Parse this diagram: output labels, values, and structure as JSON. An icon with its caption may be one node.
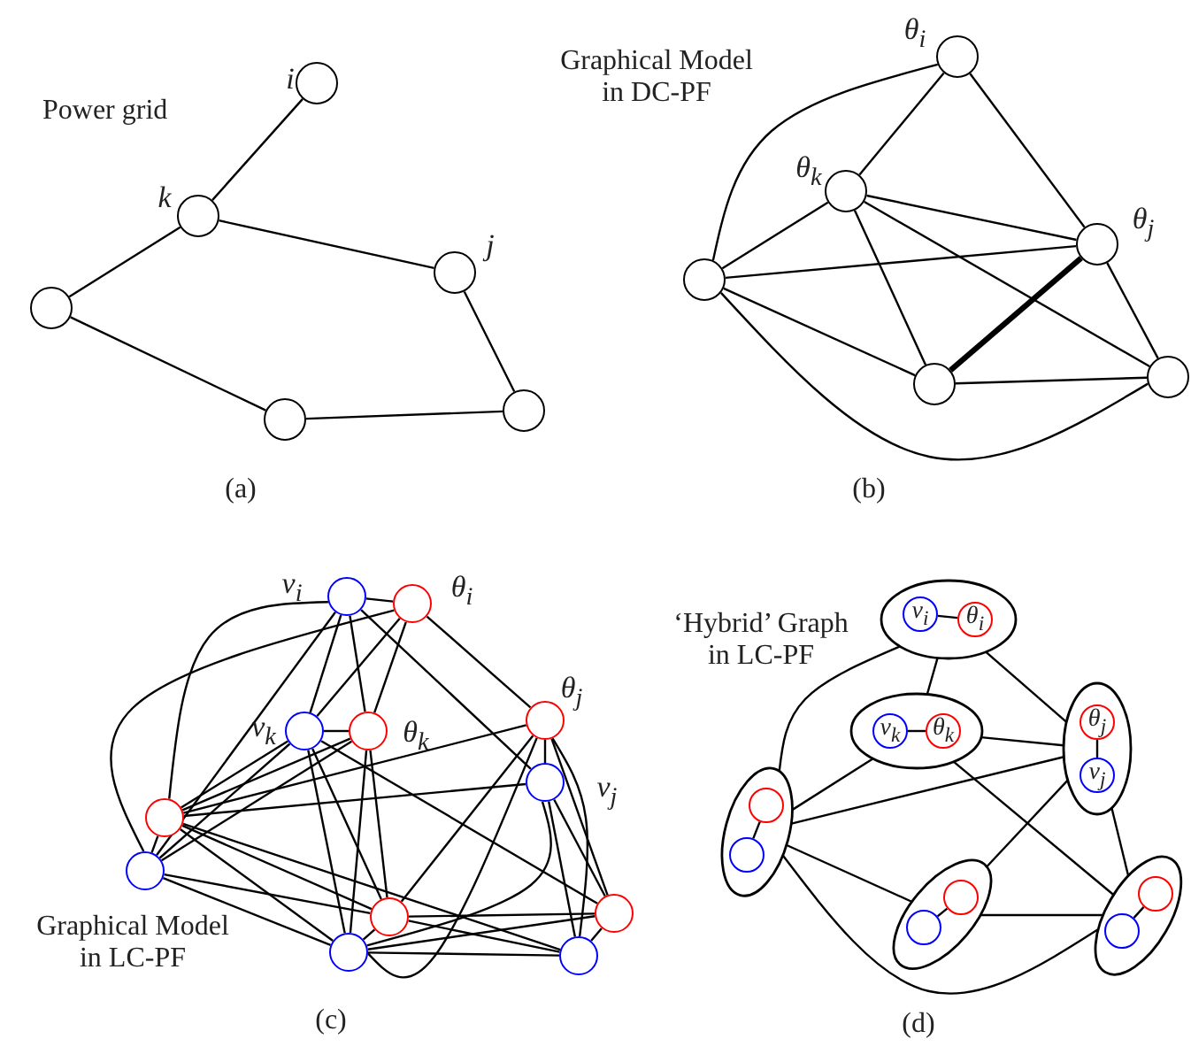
{
  "diagram": {
    "nodes": [
      {
        "text": [],
        "shape": "circle",
        "beside": [
          "i"
        ]
      },
      {
        "text": [],
        "shape": "circle",
        "beside": [
          "k"
        ]
      },
      {
        "text": [],
        "shape": "circle",
        "beside": [
          "j"
        ]
      },
      {
        "text": [],
        "shape": "circle"
      },
      {
        "text": [],
        "shape": "circle"
      },
      {
        "text": [],
        "shape": "circle"
      },
      {
        "text": [],
        "shape": "circle",
        "beside": [
          "θ$_{i}$"
        ]
      },
      {
        "text": [],
        "shape": "circle",
        "beside": [
          "θ$_{k}$"
        ]
      },
      {
        "text": [],
        "shape": "circle",
        "beside": [
          "θ$_{j}$"
        ]
      },
      {
        "text": [],
        "shape": "circle"
      },
      {
        "text": [],
        "shape": "circle"
      },
      {
        "text": [],
        "shape": "circle"
      },
      {
        "text": [],
        "shape": "circle",
        "beside": [
          "v$_{i}$"
        ]
      },
      {
        "text": [],
        "shape": "circle",
        "beside": [
          "θ$_{i}$"
        ]
      },
      {
        "text": [],
        "shape": "circle",
        "beside": [
          "v$_{k}$"
        ]
      },
      {
        "text": [],
        "shape": "circle",
        "beside": [
          "θ$_{k}$"
        ]
      },
      {
        "text": [],
        "shape": "circle",
        "beside": [
          "θ$_{j}$"
        ]
      },
      {
        "text": [],
        "shape": "circle",
        "beside": [
          "v$_{j}$"
        ]
      },
      {
        "text": [],
        "shape": "circle"
      },
      {
        "text": [],
        "shape": "circle"
      },
      {
        "text": [],
        "shape": "circle"
      },
      {
        "text": [],
        "shape": "circle"
      },
      {
        "text": [],
        "shape": "circle"
      },
      {
        "text": [],
        "shape": "circle"
      },
      {
        "text": [],
        "shape": "ellipse"
      },
      {
        "text": [
          "v$_{i}$"
        ],
        "in": 24
      },
      {
        "text": [
          "θ$_{i}$"
        ],
        "in": 24
      },
      {
        "text": [],
        "shape": "ellipse"
      },
      {
        "text": [
          "v$_{k}$"
        ],
        "in": 27
      },
      {
        "text": [
          "θ$_{k}$"
        ],
        "in": 27
      },
      {
        "text": [],
        "shape": "ellipse"
      },
      {
        "text": [
          "θ$_{j}$"
        ],
        "in": 30
      },
      {
        "text": [
          "v$_{j}$"
        ],
        "in": 30
      },
      {
        "text": [],
        "shape": "ellipse"
      },
      {
        "text": [],
        "shape": "circle",
        "in": 33
      },
      {
        "text": [],
        "shape": "circle",
        "in": 33
      },
      {
        "text": [],
        "shape": "ellipse"
      },
      {
        "text": [],
        "shape": "circle",
        "in": 36
      },
      {
        "text": [],
        "shape": "circle",
        "in": 36
      },
      {
        "text": [],
        "shape": "ellipse"
      },
      {
        "text": [],
        "shape": "circle",
        "in": 39
      },
      {
        "text": [],
        "shape": "circle",
        "in": 39
      }
    ],
    "edges": [
      {
        "from": 0,
        "to": 1,
        "arrow": "none"
      },
      {
        "from": 1,
        "to": 2,
        "arrow": "none"
      },
      {
        "from": 1,
        "to": 3,
        "arrow": "none"
      },
      {
        "from": 3,
        "to": 4,
        "arrow": "none"
      },
      {
        "from": 4,
        "to": 5,
        "arrow": "none"
      },
      {
        "from": 2,
        "to": 5,
        "arrow": "none"
      },
      {
        "from": 6,
        "to": 7,
        "arrow": "none"
      },
      {
        "from": 6,
        "to": 8,
        "arrow": "none"
      },
      {
        "from": 6,
        "to": 9,
        "arrow": "none"
      },
      {
        "from": 7,
        "to": 8,
        "arrow": "none"
      },
      {
        "from": 7,
        "to": 9,
        "arrow": "none"
      },
      {
        "from": 7,
        "to": 10,
        "arrow": "none"
      },
      {
        "from": 7,
        "to": 11,
        "arrow": "none"
      },
      {
        "from": 8,
        "to": 9,
        "arrow": "none"
      },
      {
        "from": 8,
        "to": 10,
        "arrow": "none",
        "style": "thick"
      },
      {
        "from": 8,
        "to": 11,
        "arrow": "none"
      },
      {
        "from": 9,
        "to": 10,
        "arrow": "none"
      },
      {
        "from": 10,
        "to": 11,
        "arrow": "none"
      },
      {
        "from": 9,
        "to": 11,
        "arrow": "none"
      },
      {
        "from": 12,
        "to": 13,
        "arrow": "none"
      },
      {
        "from": 12,
        "to": 14,
        "arrow": "none"
      },
      {
        "from": 12,
        "to": 15,
        "arrow": "none"
      },
      {
        "from": 12,
        "to": 17,
        "arrow": "none"
      },
      {
        "from": 12,
        "to": 18,
        "arrow": "none"
      },
      {
        "from": 12,
        "to": 19,
        "arrow": "none"
      },
      {
        "from": 13,
        "to": 14,
        "arrow": "none"
      },
      {
        "from": 13,
        "to": 15,
        "arrow": "none"
      },
      {
        "from": 13,
        "to": 16,
        "arrow": "none"
      },
      {
        "from": 13,
        "to": 19,
        "arrow": "none"
      },
      {
        "from": 14,
        "to": 15,
        "arrow": "none"
      },
      {
        "from": 14,
        "to": 18,
        "arrow": "none"
      },
      {
        "from": 14,
        "to": 19,
        "arrow": "none"
      },
      {
        "from": 14,
        "to": 20,
        "arrow": "none"
      },
      {
        "from": 14,
        "to": 21,
        "arrow": "none"
      },
      {
        "from": 14,
        "to": 22,
        "arrow": "none"
      },
      {
        "from": 15,
        "to": 18,
        "arrow": "none"
      },
      {
        "from": 15,
        "to": 19,
        "arrow": "none"
      },
      {
        "from": 15,
        "to": 20,
        "arrow": "none"
      },
      {
        "from": 15,
        "to": 21,
        "arrow": "none"
      },
      {
        "from": 16,
        "to": 17,
        "arrow": "none"
      },
      {
        "from": 16,
        "to": 18,
        "arrow": "none"
      },
      {
        "from": 16,
        "to": 20,
        "arrow": "none"
      },
      {
        "from": 16,
        "to": 21,
        "arrow": "none"
      },
      {
        "from": 16,
        "to": 22,
        "arrow": "none"
      },
      {
        "from": 16,
        "to": 23,
        "arrow": "none"
      },
      {
        "from": 17,
        "to": 18,
        "arrow": "none"
      },
      {
        "from": 17,
        "to": 21,
        "arrow": "none"
      },
      {
        "from": 17,
        "to": 22,
        "arrow": "none"
      },
      {
        "from": 17,
        "to": 23,
        "arrow": "none"
      },
      {
        "from": 18,
        "to": 19,
        "arrow": "none"
      },
      {
        "from": 18,
        "to": 20,
        "arrow": "none"
      },
      {
        "from": 18,
        "to": 21,
        "arrow": "none"
      },
      {
        "from": 18,
        "to": 23,
        "arrow": "none"
      },
      {
        "from": 19,
        "to": 20,
        "arrow": "none"
      },
      {
        "from": 19,
        "to": 21,
        "arrow": "none"
      },
      {
        "from": 20,
        "to": 21,
        "arrow": "none"
      },
      {
        "from": 20,
        "to": 22,
        "arrow": "none"
      },
      {
        "from": 20,
        "to": 23,
        "arrow": "none"
      },
      {
        "from": 21,
        "to": 22,
        "arrow": "none"
      },
      {
        "from": 21,
        "to": 23,
        "arrow": "none"
      },
      {
        "from": 22,
        "to": 23,
        "arrow": "none"
      },
      {
        "from": 24,
        "to": 27,
        "arrow": "none"
      },
      {
        "from": 24,
        "to": 30,
        "arrow": "none"
      },
      {
        "from": 24,
        "to": 33,
        "arrow": "none"
      },
      {
        "from": 27,
        "to": 33,
        "arrow": "none"
      },
      {
        "from": 27,
        "to": 30,
        "arrow": "none"
      },
      {
        "from": 27,
        "to": 39,
        "arrow": "none"
      },
      {
        "from": 30,
        "to": 33,
        "arrow": "none"
      },
      {
        "from": 30,
        "to": 36,
        "arrow": "none"
      },
      {
        "from": 30,
        "to": 39,
        "arrow": "none"
      },
      {
        "from": 33,
        "to": 36,
        "arrow": "none"
      },
      {
        "from": 33,
        "to": 39,
        "arrow": "none"
      },
      {
        "from": 36,
        "to": 39,
        "arrow": "none"
      },
      {
        "from": 25,
        "to": 26,
        "arrow": "none"
      },
      {
        "from": 28,
        "to": 29,
        "arrow": "none"
      },
      {
        "from": 31,
        "to": 32,
        "arrow": "none"
      },
      {
        "from": 34,
        "to": 35,
        "arrow": "none"
      },
      {
        "from": 37,
        "to": 38,
        "arrow": "none"
      },
      {
        "from": 40,
        "to": 41,
        "arrow": "none"
      }
    ],
    "labels": [
      "Power grid",
      "(a)",
      "Graphical Model in DC-PF",
      "(b)",
      "Graphical Model in LC-PF",
      "(c)",
      "‘Hybrid’ Graph in LC-PF",
      "(d)"
    ]
  }
}
